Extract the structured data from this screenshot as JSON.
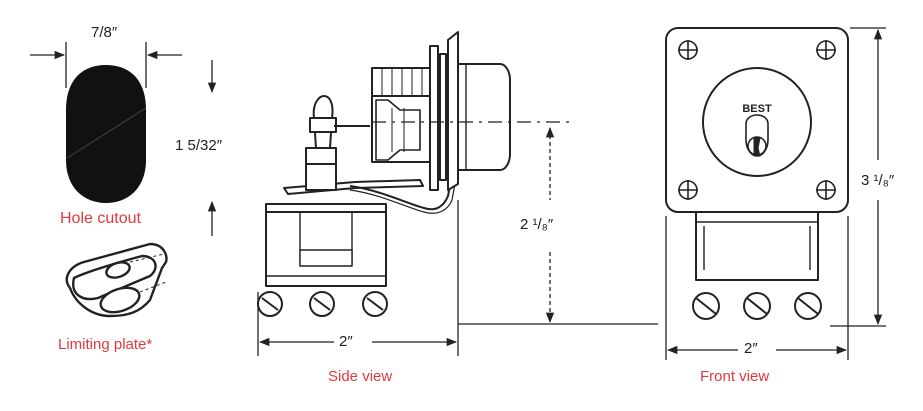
{
  "dimensions": {
    "hole_width": "7/8″",
    "hole_height": "1 5/32″",
    "side_height": "2 ¹/₈″",
    "side_width": "2″",
    "front_height": "3 ¹/₈″",
    "front_width": "2″"
  },
  "labels": {
    "hole_cutout": "Hole cutout",
    "limiting_plate": "Limiting plate*",
    "side_view": "Side view",
    "front_view": "Front view",
    "cylinder_brand": "BEST"
  },
  "colors": {
    "caption": "#e0393e",
    "ink": "#222222"
  }
}
